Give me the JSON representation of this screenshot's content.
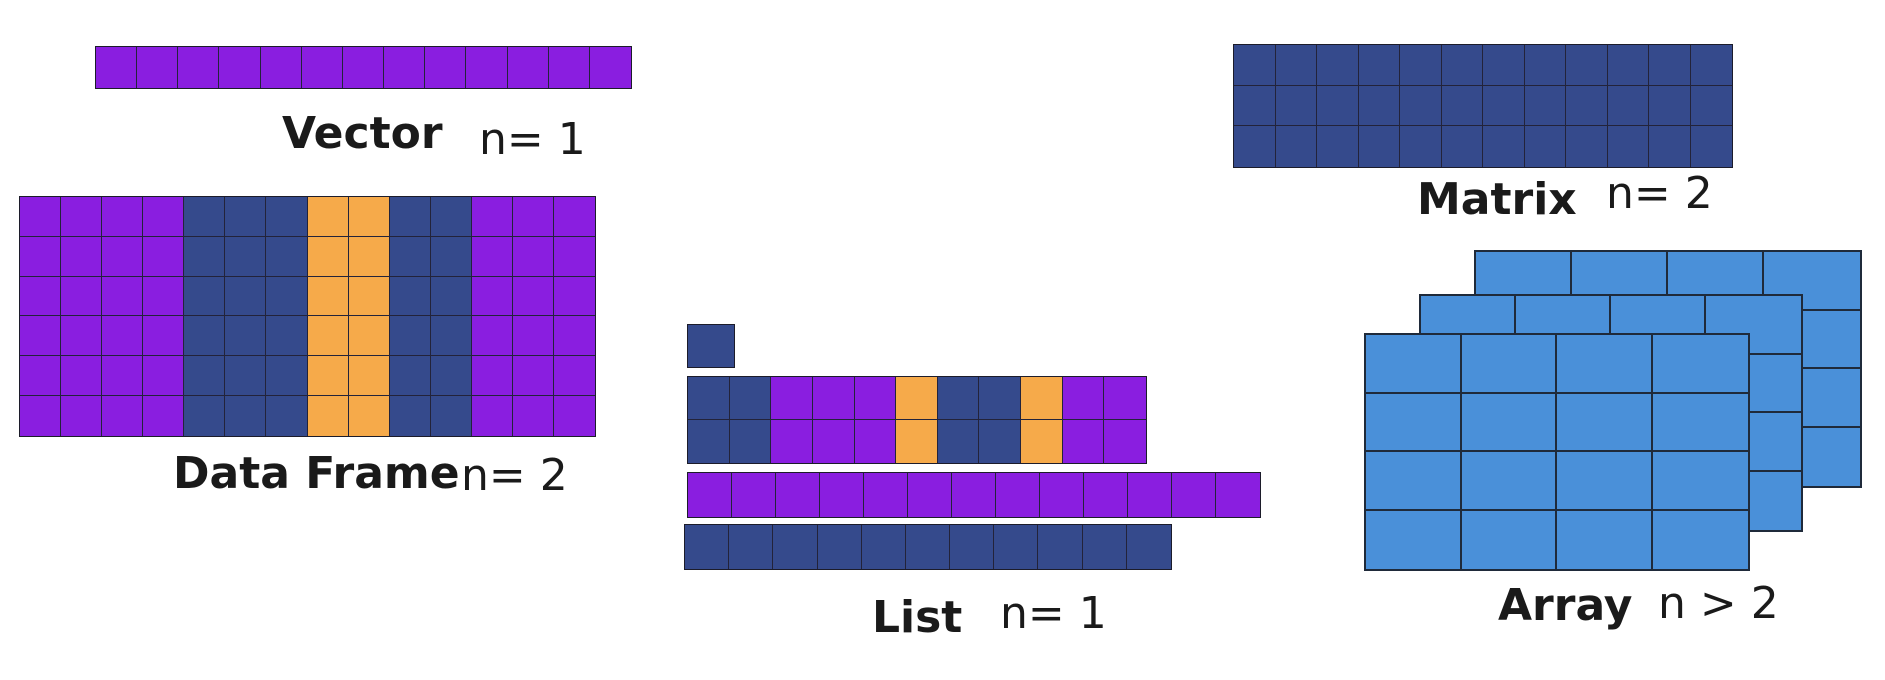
{
  "colors": {
    "purple": "#8a1ee0",
    "navy": "#354a8c",
    "orange": "#f6aa4a",
    "light_blue": "#4a90d9",
    "grid_line": "#23233a"
  },
  "vector": {
    "name": "Vector",
    "dim": "n= 1",
    "rows": 1,
    "cols": 13,
    "column_colors": [
      "purple",
      "purple",
      "purple",
      "purple",
      "purple",
      "purple",
      "purple",
      "purple",
      "purple",
      "purple",
      "purple",
      "purple",
      "purple"
    ]
  },
  "data_frame": {
    "name": "Data Frame",
    "dim": "n= 2",
    "rows": 6,
    "cols": 14,
    "column_colors": [
      "purple",
      "purple",
      "purple",
      "purple",
      "navy",
      "navy",
      "navy",
      "orange",
      "orange",
      "navy",
      "navy",
      "purple",
      "purple",
      "purple"
    ]
  },
  "matrix": {
    "name": "Matrix",
    "dim": "n= 2",
    "rows": 3,
    "cols": 12,
    "column_colors": [
      "navy",
      "navy",
      "navy",
      "navy",
      "navy",
      "navy",
      "navy",
      "navy",
      "navy",
      "navy",
      "navy",
      "navy"
    ]
  },
  "list": {
    "name": "List",
    "dim": "n= 1",
    "items": [
      {
        "rows": 1,
        "cols": 1,
        "column_colors": [
          "navy"
        ]
      },
      {
        "rows": 2,
        "cols": 11,
        "column_colors": [
          "navy",
          "navy",
          "purple",
          "purple",
          "purple",
          "orange",
          "navy",
          "navy",
          "orange",
          "purple",
          "purple"
        ]
      },
      {
        "rows": 1,
        "cols": 13,
        "column_colors": [
          "purple",
          "purple",
          "purple",
          "purple",
          "purple",
          "purple",
          "purple",
          "purple",
          "purple",
          "purple",
          "purple",
          "purple",
          "purple"
        ]
      },
      {
        "rows": 1,
        "cols": 11,
        "column_colors": [
          "navy",
          "navy",
          "navy",
          "navy",
          "navy",
          "navy",
          "navy",
          "navy",
          "navy",
          "navy",
          "navy"
        ]
      }
    ]
  },
  "array": {
    "name": "Array",
    "dim": "n > 2",
    "layers": 3,
    "rows": 4,
    "cols": 4
  }
}
